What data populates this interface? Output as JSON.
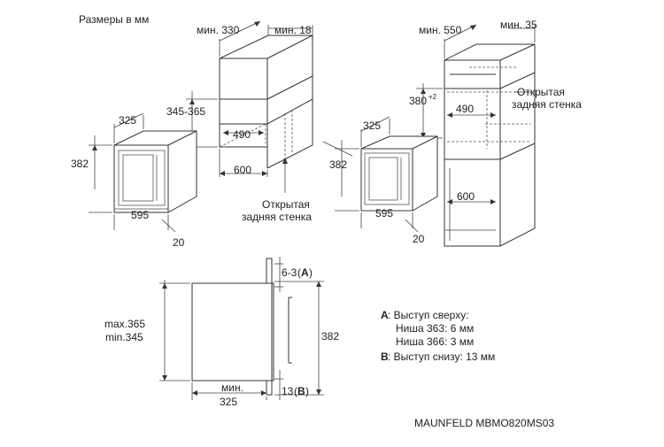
{
  "header": {
    "title": "Размеры в мм"
  },
  "top_left": {
    "niche_depth_label": "мин. 330",
    "niche_gap_label": "мин. 18",
    "niche_height_label": "345-365",
    "niche_inner_width": "490",
    "niche_width": "600",
    "oven_depth": "325",
    "oven_height": "382",
    "oven_width": "595",
    "front_thickness": "20",
    "back_note_line1": "Открытая",
    "back_note_line2": "задняя стенка"
  },
  "top_right": {
    "niche_depth_label": "мин. 550",
    "niche_gap_label": "мин. 35",
    "niche_height_label": "380",
    "niche_height_tol": "+2",
    "niche_inner_width": "490",
    "niche_width": "600",
    "oven_depth": "325",
    "oven_height": "382",
    "oven_width": "595",
    "front_thickness": "20",
    "back_note_line1": "Открытая",
    "back_note_line2": "задняя стенка"
  },
  "side_view": {
    "top_gap": "6-3",
    "top_gap_ref": "A",
    "niche_max": "max.365",
    "niche_min": "min.345",
    "overall_height": "382",
    "bottom_gap": "13",
    "bottom_gap_ref": "B",
    "depth_label_line1": "мин.",
    "depth_label_line2": "325"
  },
  "legend": {
    "a_key": "A",
    "a_text": ": Выступ сверху:",
    "a_line2": "Ниша 363: 6 мм",
    "a_line3": "Ниша 366: 3 мм",
    "b_key": "B",
    "b_text": ": Выступ снизу: 13 мм"
  },
  "footer": {
    "model": "MAUNFELD MBMO820MS03"
  }
}
